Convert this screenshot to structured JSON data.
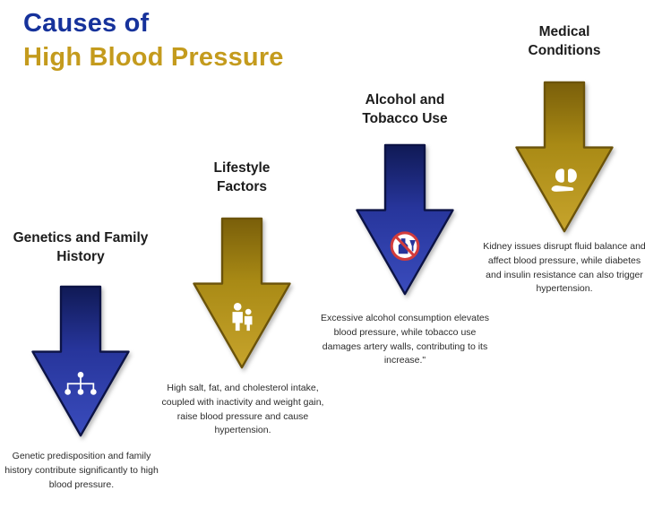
{
  "title": {
    "line1": "Causes of",
    "line2": "High Blood Pressure"
  },
  "colors": {
    "title_blue": "#16329b",
    "title_gold": "#c49b1d",
    "arrow_blue_dark": "#101a56",
    "arrow_blue_light": "#3a4cbd",
    "arrow_gold_dark": "#7a5f0a",
    "arrow_gold_light": "#c7a42c",
    "prohibition_red": "#d23c3c",
    "icon_white": "#ffffff"
  },
  "columns": [
    {
      "heading": "Genetics and Family History",
      "arrow_color": "blue",
      "icon": "family-tree-icon",
      "description": "Genetic predisposition and family history contribute significantly to high blood pressure."
    },
    {
      "heading": "Lifestyle Factors",
      "arrow_color": "gold",
      "icon": "family-icon",
      "description": "High salt, fat, and cholesterol intake, coupled with inactivity and weight gain, raise blood pressure and cause hypertension."
    },
    {
      "heading": "Alcohol and Tobacco Use",
      "arrow_color": "blue",
      "icon": "no-alcohol-icon",
      "description": "Excessive alcohol consumption elevates blood pressure, while tobacco use damages artery walls, contributing to its increase.\""
    },
    {
      "heading": "Medical Conditions",
      "arrow_color": "gold",
      "icon": "hand-kidney-icon",
      "description": "Kidney issues disrupt fluid balance and affect blood pressure, while diabetes and insulin resistance can also trigger hypertension."
    }
  ]
}
